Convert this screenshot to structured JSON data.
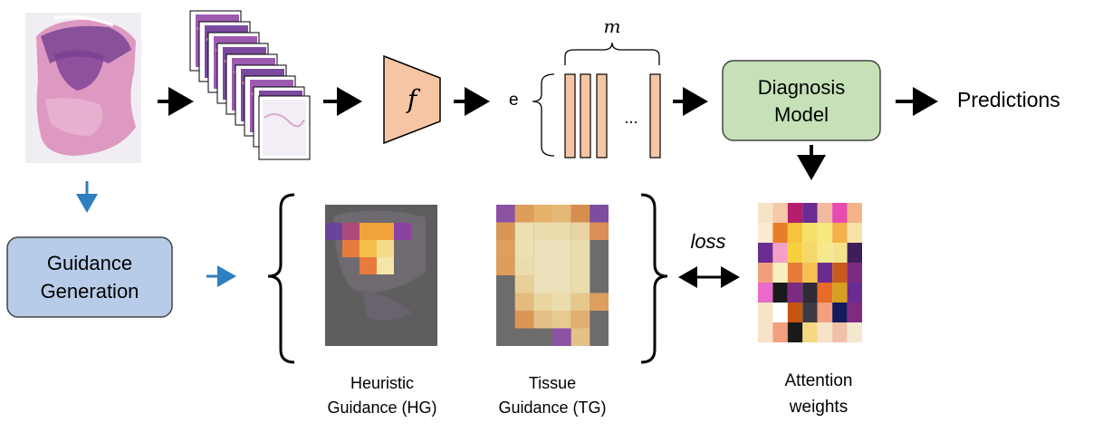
{
  "feature_extractor": {
    "symbol": "f"
  },
  "embedding": {
    "dim_label": "e",
    "count_label": "m",
    "ellipsis": "..."
  },
  "diagnosis_model": {
    "line1": "Diagnosis",
    "line2": "Model"
  },
  "output": {
    "label": "Predictions"
  },
  "guidance_generation": {
    "line1": "Guidance",
    "line2": "Generation"
  },
  "loss": {
    "label": "loss"
  },
  "heuristic_guidance": {
    "line1": "Heuristic",
    "line2": "Guidance (HG)"
  },
  "tissue_guidance": {
    "line1": "Tissue",
    "line2": "Guidance (TG)"
  },
  "attention": {
    "line1": "Attention",
    "line2": "weights"
  },
  "colors": {
    "block_fill": "#F6C6A4",
    "diagnosis_fill": "#C6E1B7",
    "guidance_fill": "#B7CCE8",
    "black_arrow": "#000000",
    "blue_arrow": "#2E7FC0",
    "he_pink": "#D98AB8",
    "he_purple": "#6B3A8C"
  },
  "icons": {
    "slide": "wsi-slide-icon",
    "patches": "patch-stack-icon",
    "heatmap": "attention-heatmap-icon"
  }
}
